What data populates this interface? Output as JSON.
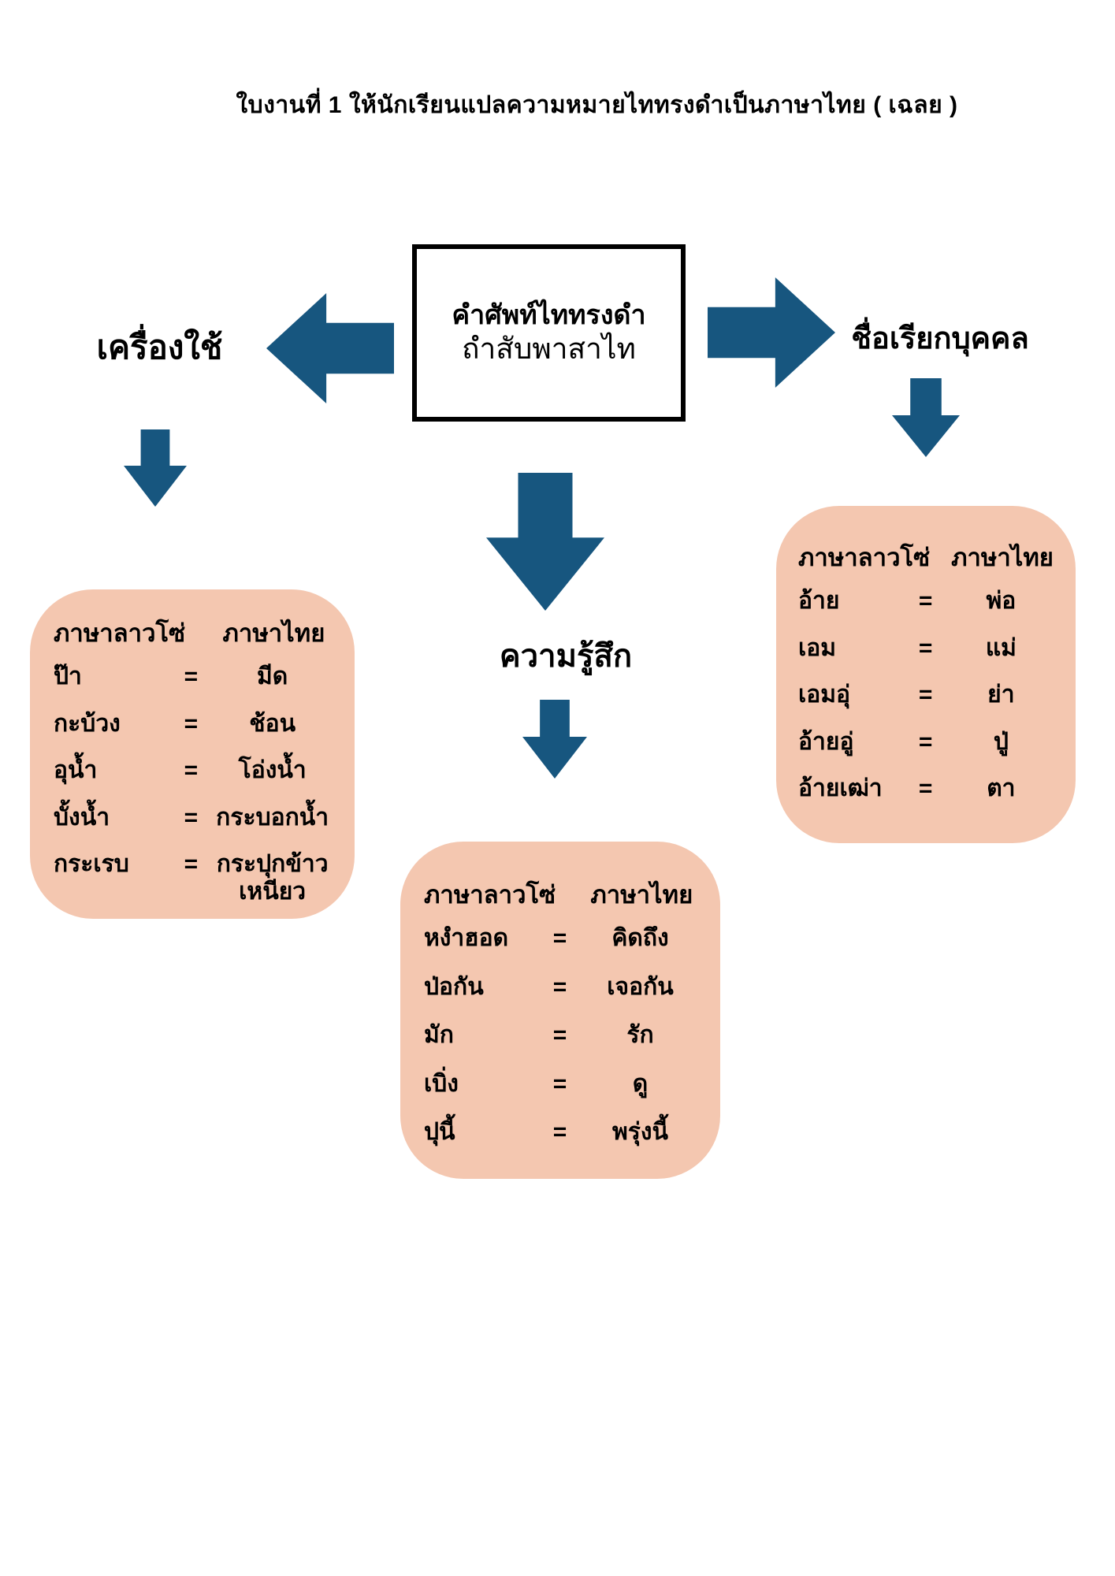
{
  "title": "ใบงานที่ 1 ให้นักเรียนแปลความหมายไททรงดำเป็นภาษาไทย ( เฉลย )",
  "equals": "=",
  "colors": {
    "arrow_blue": "#17567F",
    "box_pink": "#F4C7B0",
    "text_black": "#000000"
  },
  "center_box": {
    "line1": "คำศัพท์ไททรงดำ",
    "line2": "ถำสับพาสาไท"
  },
  "labels": {
    "left": "เครื่องใช้",
    "center": "ความรู้สึก",
    "right": "ชื่อเรียกบุคคล"
  },
  "boxes": {
    "left": {
      "header_col1": "ภาษาลาวโซ่",
      "header_col2": "ภาษาไทย",
      "rows": [
        {
          "word": "ป๊า",
          "meaning": "มีด"
        },
        {
          "word": "กะบ้วง",
          "meaning": "ช้อน"
        },
        {
          "word": "อุน้ำ",
          "meaning": "โอ่งน้ำ"
        },
        {
          "word": "บั้งน้ำ",
          "meaning": "กระบอกน้ำ"
        },
        {
          "word": "กระเรบ",
          "meaning": "กระปุกข้าวเหนียว"
        }
      ]
    },
    "center": {
      "header_col1": "ภาษาลาวโซ่",
      "header_col2": "ภาษาไทย",
      "rows": [
        {
          "word": "หงำฮอด",
          "meaning": "คิดถึง"
        },
        {
          "word": "ป่อกัน",
          "meaning": "เจอกัน"
        },
        {
          "word": "มัก",
          "meaning": "รัก"
        },
        {
          "word": "เบิ่ง",
          "meaning": "ดู"
        },
        {
          "word": "ปุนี้",
          "meaning": "พรุ่งนี้"
        }
      ]
    },
    "right": {
      "header_col1": "ภาษาลาวโซ่",
      "header_col2": "ภาษาไทย",
      "rows": [
        {
          "word": "อ้าย",
          "meaning": "พ่อ"
        },
        {
          "word": "เอม",
          "meaning": "แม่"
        },
        {
          "word": "เอมอุ่",
          "meaning": "ย่า"
        },
        {
          "word": "อ้ายอู่",
          "meaning": "ปู่"
        },
        {
          "word": "อ้ายเฒ่า",
          "meaning": "ตา"
        }
      ]
    }
  }
}
